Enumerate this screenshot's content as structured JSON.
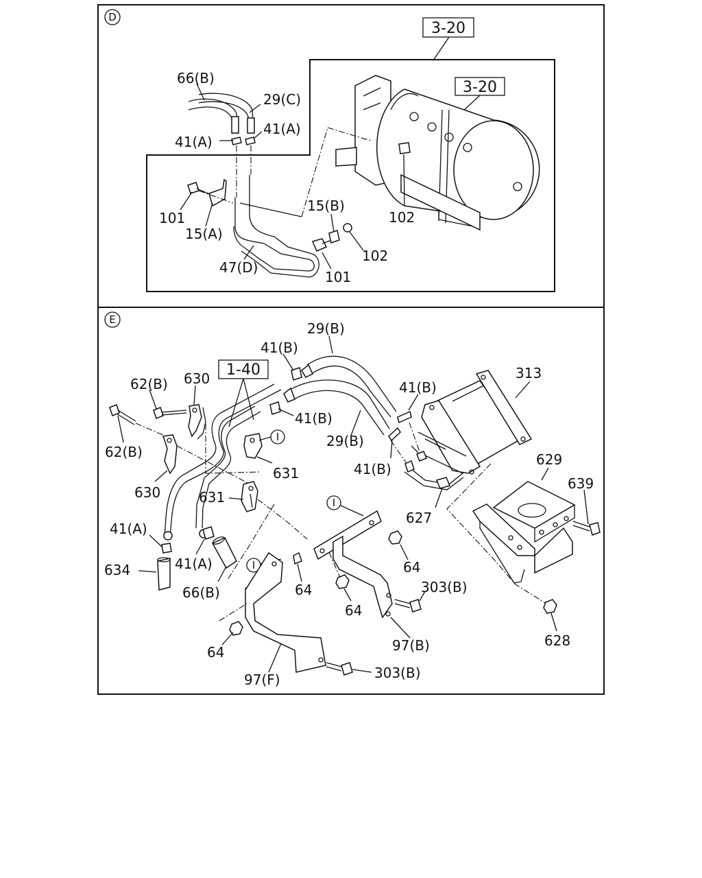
{
  "section_d": {
    "marker": "D",
    "ref_boxes": [
      "3-20",
      "3-20"
    ],
    "callouts": {
      "c66b": "66(B)",
      "c29c": "29(C)",
      "c41a_left": "41(A)",
      "c41a_right": "41(A)",
      "c101_left": "101",
      "c15a": "15(A)",
      "c15b": "15(B)",
      "c102_top": "102",
      "c102_bottom": "102",
      "c47d": "47(D)",
      "c101_bottom": "101"
    }
  },
  "section_e": {
    "marker": "E",
    "ref_box": "1-40",
    "sub_marker": "I",
    "callouts": {
      "c29b_top": "29(B)",
      "c41b_top": "41(B)",
      "c41b_mid_right": "41(B)",
      "c41b_mid": "41(B)",
      "c29b_mid": "29(B)",
      "c41b_low": "41(B)",
      "c313": "313",
      "c62b_top": "62(B)",
      "c630_top": "630",
      "c62b_left": "62(B)",
      "c630_left": "630",
      "c631_right": "631",
      "c631_left": "631",
      "c627": "627",
      "c629": "629",
      "c639": "639",
      "c41a_left": "41(A)",
      "c41a_mid": "41(A)",
      "c634": "634",
      "c66b": "66(B)",
      "c64_a": "64",
      "c64_b": "64",
      "c64_c": "64",
      "c64_d": "64",
      "c303b_right": "303(B)",
      "c97b": "97(B)",
      "c303b_bottom": "303(B)",
      "c97f": "97(F)",
      "c628": "628"
    }
  }
}
